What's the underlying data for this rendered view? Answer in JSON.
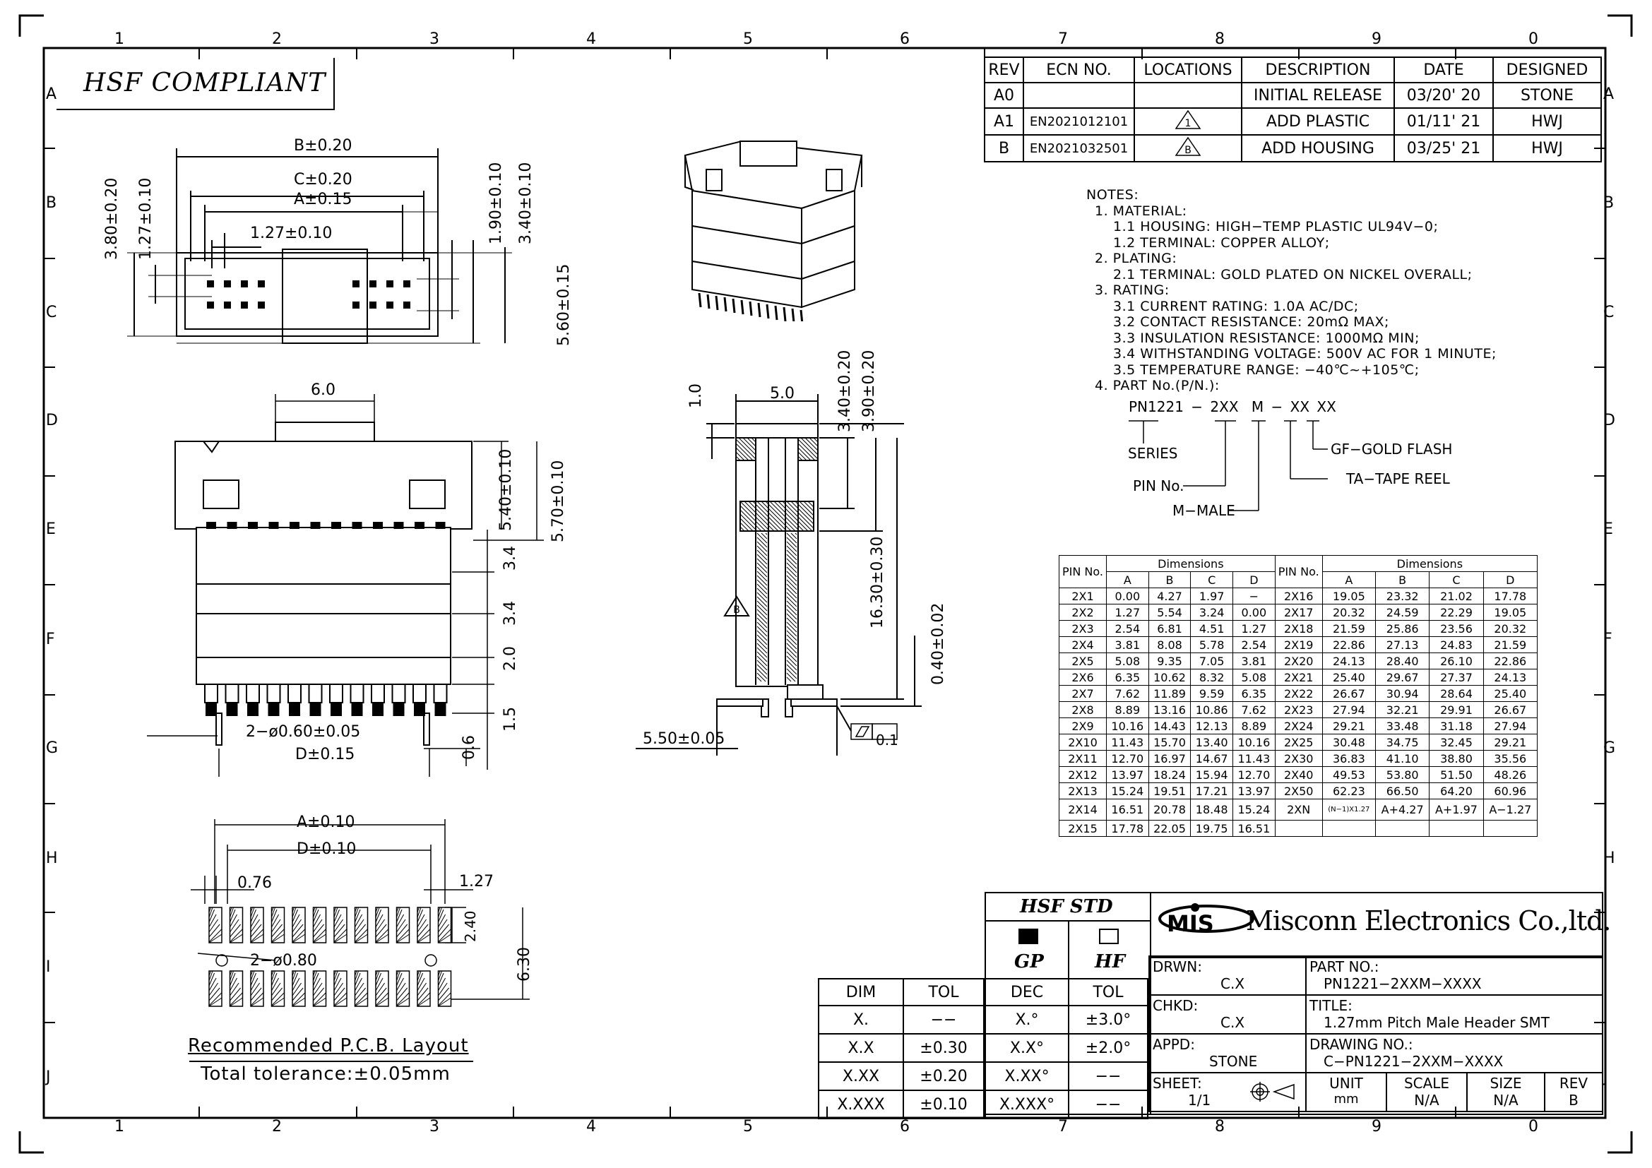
{
  "grid": {
    "top": [
      "1",
      "2",
      "3",
      "4",
      "5",
      "6",
      "7",
      "8",
      "9",
      "0"
    ],
    "bottom": [
      "1",
      "2",
      "3",
      "4",
      "5",
      "6",
      "7",
      "8",
      "9",
      "0"
    ],
    "left": [
      "A",
      "B",
      "C",
      "D",
      "E",
      "F",
      "G",
      "H",
      "I",
      "J"
    ],
    "right": [
      "A",
      "B",
      "C",
      "D",
      "E",
      "F",
      "G",
      "H",
      "I",
      "J"
    ]
  },
  "compliance_label": "HSF COMPLIANT",
  "revision_table": {
    "headers": [
      "REV",
      "ECN NO.",
      "LOCATIONS",
      "DESCRIPTION",
      "DATE",
      "DESIGNED"
    ],
    "rows": [
      {
        "rev": "A0",
        "ecn": "",
        "loc": "",
        "desc": "INITIAL RELEASE",
        "date": "03/20' 20",
        "designed": "STONE"
      },
      {
        "rev": "A1",
        "ecn": "EN2021012101",
        "loc": "1",
        "desc": "ADD PLASTIC",
        "date": "01/11' 21",
        "designed": "HWJ"
      },
      {
        "rev": "B",
        "ecn": "EN2021032501",
        "loc": "B",
        "desc": "ADD HOUSING",
        "date": "03/25' 21",
        "designed": "HWJ"
      }
    ]
  },
  "top_view_dims": {
    "b": "B±0.20",
    "c": "C±0.20",
    "a": "A±0.15",
    "pitch": "1.27±0.10",
    "h380": "3.80±0.20",
    "h127": "1.27±0.10",
    "h190": "1.90±0.10",
    "h340": "3.40±0.10",
    "h560": "5.60±0.15"
  },
  "front_view_dims": {
    "w60": "6.0",
    "h540": "5.40±0.10",
    "h570": "5.70±0.10",
    "s34a": "3.4",
    "s34b": "3.4",
    "s20": "2.0",
    "s15": "1.5",
    "holes": "2−ø0.60±0.05",
    "d": "D±0.15",
    "s06": "0.6"
  },
  "side_view_dims": {
    "h10": "1.0",
    "w50": "5.0",
    "h340": "3.40±0.20",
    "h390": "3.90±0.20",
    "h1630": "16.30±0.30",
    "h040": "0.40±0.02",
    "w550": "5.50±0.05",
    "flatness": "0.1",
    "rev_mark": "B"
  },
  "pcb_layout": {
    "a": "A±0.10",
    "d": "D±0.10",
    "pad_w": "0.76",
    "pitch": "1.27",
    "pad_h": "2.40",
    "total_h": "6.30",
    "holes": "2−ø0.80",
    "caption": "Recommended P.C.B. Layout",
    "tolerance": "Total tolerance:±0.05mm"
  },
  "notes": [
    "NOTES:",
    "1. MATERIAL:",
    "1.1 HOUSING: HIGH−TEMP PLASTIC UL94V−0;",
    "1.2 TERMINAL: COPPER ALLOY;",
    "2. PLATING:",
    "2.1 TERMINAL: GOLD PLATED ON NICKEL OVERALL;",
    "3. RATING:",
    "3.1 CURRENT RATING: 1.0A AC/DC;",
    "3.2 CONTACT RESISTANCE: 20mΩ MAX;",
    "3.3 INSULATION RESISTANCE: 1000MΩ MIN;",
    "3.4 WITHSTANDING VOLTAGE: 500V AC FOR 1 MINUTE;",
    "3.5 TEMPERATURE RANGE: −40℃~+105℃;",
    "4. PART No.(P/N.):"
  ],
  "part_code": {
    "pn": "PN1221",
    "dash1": "−",
    "pins": "2XX",
    "m": "M",
    "dash2": "−",
    "xx1": "XX",
    "xx2": "XX",
    "series": "SERIES",
    "pin_no": "PIN No.",
    "male": "M−MALE",
    "gold": "GF−GOLD FLASH",
    "tape": "TA−TAPE REEL"
  },
  "pin_table": {
    "pin_header": "PIN No.",
    "dims_header": "Dimensions",
    "cols": [
      "A",
      "B",
      "C",
      "D"
    ],
    "left": [
      [
        "2X1",
        "0.00",
        "4.27",
        "1.97",
        "−"
      ],
      [
        "2X2",
        "1.27",
        "5.54",
        "3.24",
        "0.00"
      ],
      [
        "2X3",
        "2.54",
        "6.81",
        "4.51",
        "1.27"
      ],
      [
        "2X4",
        "3.81",
        "8.08",
        "5.78",
        "2.54"
      ],
      [
        "2X5",
        "5.08",
        "9.35",
        "7.05",
        "3.81"
      ],
      [
        "2X6",
        "6.35",
        "10.62",
        "8.32",
        "5.08"
      ],
      [
        "2X7",
        "7.62",
        "11.89",
        "9.59",
        "6.35"
      ],
      [
        "2X8",
        "8.89",
        "13.16",
        "10.86",
        "7.62"
      ],
      [
        "2X9",
        "10.16",
        "14.43",
        "12.13",
        "8.89"
      ],
      [
        "2X10",
        "11.43",
        "15.70",
        "13.40",
        "10.16"
      ],
      [
        "2X11",
        "12.70",
        "16.97",
        "14.67",
        "11.43"
      ],
      [
        "2X12",
        "13.97",
        "18.24",
        "15.94",
        "12.70"
      ],
      [
        "2X13",
        "15.24",
        "19.51",
        "17.21",
        "13.97"
      ],
      [
        "2X14",
        "16.51",
        "20.78",
        "18.48",
        "15.24"
      ],
      [
        "2X15",
        "17.78",
        "22.05",
        "19.75",
        "16.51"
      ]
    ],
    "right": [
      [
        "2X16",
        "19.05",
        "23.32",
        "21.02",
        "17.78"
      ],
      [
        "2X17",
        "20.32",
        "24.59",
        "22.29",
        "19.05"
      ],
      [
        "2X18",
        "21.59",
        "25.86",
        "23.56",
        "20.32"
      ],
      [
        "2X19",
        "22.86",
        "27.13",
        "24.83",
        "21.59"
      ],
      [
        "2X20",
        "24.13",
        "28.40",
        "26.10",
        "22.86"
      ],
      [
        "2X21",
        "25.40",
        "29.67",
        "27.37",
        "24.13"
      ],
      [
        "2X22",
        "26.67",
        "30.94",
        "28.64",
        "25.40"
      ],
      [
        "2X23",
        "27.94",
        "32.21",
        "29.91",
        "26.67"
      ],
      [
        "2X24",
        "29.21",
        "33.48",
        "31.18",
        "27.94"
      ],
      [
        "2X25",
        "30.48",
        "34.75",
        "32.45",
        "29.21"
      ],
      [
        "2X30",
        "36.83",
        "41.10",
        "38.80",
        "35.56"
      ],
      [
        "2X40",
        "49.53",
        "53.80",
        "51.50",
        "48.26"
      ],
      [
        "2X50",
        "62.23",
        "66.50",
        "64.20",
        "60.96"
      ],
      [
        "2XN",
        "(N−1)X1.27",
        "A+4.27",
        "A+1.97",
        "A−1.27"
      ],
      [
        "",
        "",
        "",
        "",
        ""
      ]
    ]
  },
  "tolerance_table": {
    "headers": [
      "DIM",
      "TOL"
    ],
    "rows": [
      [
        "X.",
        "−−"
      ],
      [
        "X.X",
        "±0.30"
      ],
      [
        "X.XX",
        "±0.20"
      ],
      [
        "X.XXX",
        "±0.10"
      ]
    ]
  },
  "hsf_std": {
    "title": "HSF STD",
    "gp": "GP",
    "hf": "HF",
    "headers": [
      "DEC",
      "TOL"
    ],
    "rows": [
      [
        "X.°",
        "±3.0°"
      ],
      [
        "X.X°",
        "±2.0°"
      ],
      [
        "X.XX°",
        "−−"
      ],
      [
        "X.XXX°",
        "−−"
      ]
    ]
  },
  "title_block": {
    "logo": "MIS",
    "company": "Misconn Electronics Co.,ltd.",
    "drwn_label": "DRWN:",
    "drwn": "C.X",
    "chkd_label": "CHKD:",
    "chkd": "C.X",
    "appd_label": "APPD:",
    "appd": "STONE",
    "part_label": "PART NO.:",
    "part": "PN1221−2XXM−XXXX",
    "title_label": "TITLE:",
    "title": "1.27mm Pitch Male Header SMT",
    "drawing_label": "DRAWING NO.:",
    "drawing": "C−PN1221−2XXM−XXXX",
    "sheet_label": "SHEET:",
    "sheet": "1/1",
    "unit_label": "UNIT",
    "unit": "mm",
    "scale_label": "SCALE",
    "scale": "N/A",
    "size_label": "SIZE",
    "size": "N/A",
    "rev_label": "REV",
    "rev": "B"
  }
}
